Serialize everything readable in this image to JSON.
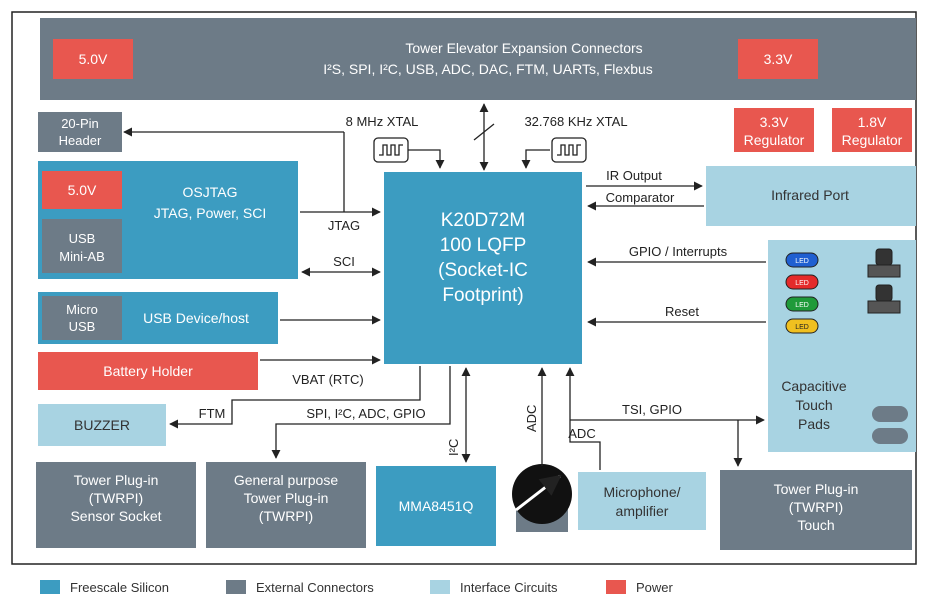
{
  "colors": {
    "freescale_silicon": "#3c9cc1",
    "external_connectors": "#6d7b87",
    "interface_circuits": "#a8d3e2",
    "power": "#e8574f",
    "line": "#222222"
  },
  "blocks": {
    "tower_elevator": {
      "line1": "Tower Elevator Expansion Connectors",
      "line2": "I²S, SPI, I²C, USB, ADC, DAC, FTM, UARTs, Flexbus"
    },
    "power_5v_top": "5.0V",
    "power_3v3_top": "3.3V",
    "regulator_3v3": {
      "line1": "3.3V",
      "line2": "Regulator"
    },
    "regulator_1v8": {
      "line1": "1.8V",
      "line2": "Regulator"
    },
    "header_20pin": {
      "line1": "20-Pin",
      "line2": "Header"
    },
    "osjtag": {
      "line1": "OSJTAG",
      "line2": "JTAG, Power, SCI"
    },
    "osjtag_power": "5.0V",
    "usb_mini": {
      "line1": "USB",
      "line2": "Mini-AB"
    },
    "micro_usb": {
      "line1": "Micro",
      "line2": "USB"
    },
    "usb_device": "USB Device/host",
    "battery": "Battery Holder",
    "buzzer": "BUZZER",
    "mcu": {
      "line1": "K20D72M",
      "line2": "100 LQFP",
      "line3": "(Socket-IC",
      "line4": "Footprint)"
    },
    "infrared": "Infrared Port",
    "touch_pads": {
      "line1": "Capacitive",
      "line2": "Touch",
      "line3": "Pads"
    },
    "led_label": "LED",
    "mma": "MMA8451Q",
    "microphone": {
      "line1": "Microphone/",
      "line2": "amplifier"
    },
    "twrpi_sensor": {
      "line1": "Tower Plug-in",
      "line2": "(TWRPI)",
      "line3": "Sensor Socket"
    },
    "twrpi_general": {
      "line1": "General purpose",
      "line2": "Tower Plug-in",
      "line3": "(TWRPI)"
    },
    "twrpi_touch": {
      "line1": "Tower Plug-in",
      "line2": "(TWRPI)",
      "line3": "Touch"
    }
  },
  "signals": {
    "xtal_8mhz": "8 MHz XTAL",
    "xtal_32khz": "32.768 KHz XTAL",
    "jtag": "JTAG",
    "sci": "SCI",
    "ir_output": "IR Output",
    "comparator": "Comparator",
    "gpio_interrupts": "GPIO / Interrupts",
    "reset": "Reset",
    "vbat": "VBAT (RTC)",
    "ftm": "FTM",
    "spi_bus": "SPI, I²C, ADC, GPIO",
    "i2c": "I²C",
    "adc_pot": "ADC",
    "adc_mic": "ADC",
    "tsi_gpio": "TSI, GPIO"
  },
  "legend": [
    {
      "label": "Freescale Silicon",
      "color": "#3c9cc1"
    },
    {
      "label": "External Connectors",
      "color": "#6d7b87"
    },
    {
      "label": "Interface Circuits",
      "color": "#a8d3e2"
    },
    {
      "label": "Power",
      "color": "#e8574f"
    }
  ]
}
